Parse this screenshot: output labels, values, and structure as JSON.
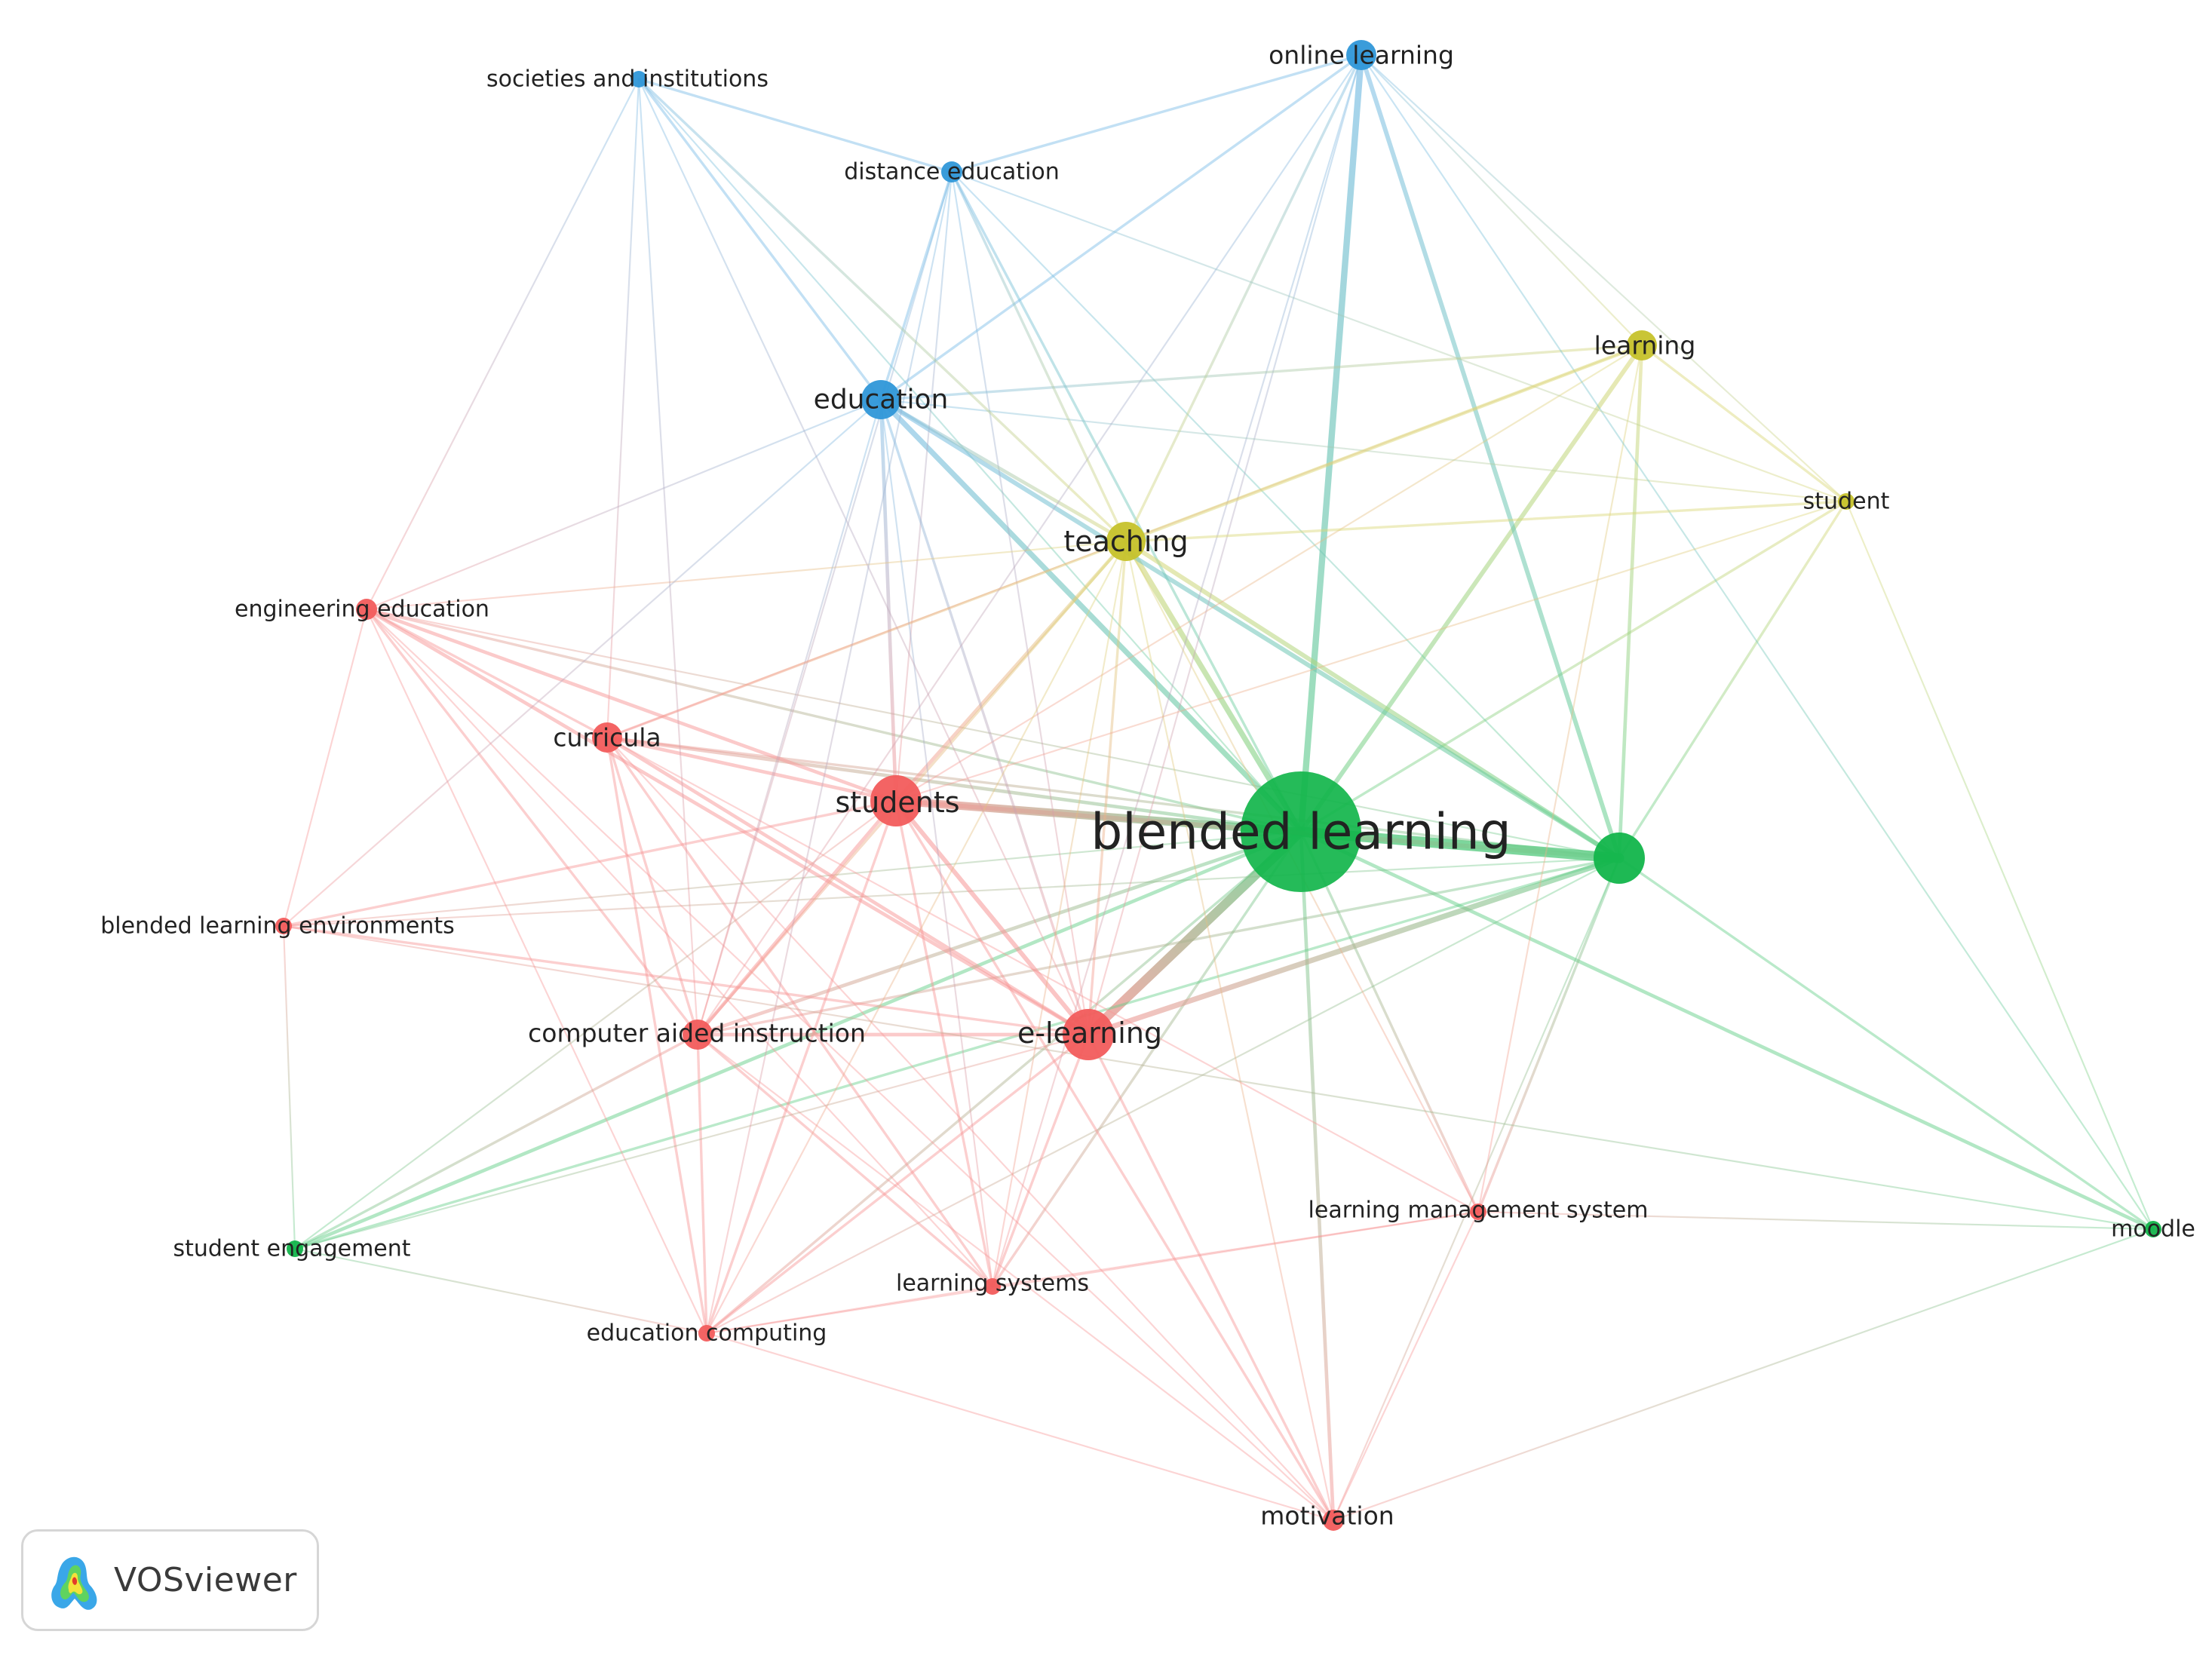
{
  "network": {
    "colors": {
      "red": "#f25c5c",
      "green": "#12b54b",
      "blue": "#2f97d8",
      "yellow": "#c6c22b"
    },
    "nodes": [
      {
        "id": "blended-learning",
        "label": "blended learning",
        "cluster": "green",
        "weight": 10
      },
      {
        "id": "green-unlabeled",
        "label": "",
        "cluster": "green",
        "weight": 5
      },
      {
        "id": "moodle",
        "label": "moodle",
        "cluster": "green",
        "weight": 1
      },
      {
        "id": "student-engagement",
        "label": "student engagement",
        "cluster": "green",
        "weight": 1
      },
      {
        "id": "students",
        "label": "students",
        "cluster": "red",
        "weight": 5
      },
      {
        "id": "e-learning",
        "label": "e-learning",
        "cluster": "red",
        "weight": 5
      },
      {
        "id": "curricula",
        "label": "curricula",
        "cluster": "red",
        "weight": 3
      },
      {
        "id": "engineering-education",
        "label": "engineering education",
        "cluster": "red",
        "weight": 2
      },
      {
        "id": "blended-learning-environments",
        "label": "blended learning environments",
        "cluster": "red",
        "weight": 1
      },
      {
        "id": "computer-aided-instruction",
        "label": "computer aided instruction",
        "cluster": "red",
        "weight": 3
      },
      {
        "id": "learning-management-system",
        "label": "learning management system",
        "cluster": "red",
        "weight": 1
      },
      {
        "id": "learning-systems",
        "label": "learning systems",
        "cluster": "red",
        "weight": 1
      },
      {
        "id": "education-computing",
        "label": "education computing",
        "cluster": "red",
        "weight": 1
      },
      {
        "id": "motivation",
        "label": "motivation",
        "cluster": "red",
        "weight": 2
      },
      {
        "id": "education",
        "label": "education",
        "cluster": "blue",
        "weight": 4
      },
      {
        "id": "online-learning",
        "label": "online learning",
        "cluster": "blue",
        "weight": 3
      },
      {
        "id": "distance-education",
        "label": "distance education",
        "cluster": "blue",
        "weight": 2
      },
      {
        "id": "societies-and-institutions",
        "label": "societies and institutions",
        "cluster": "blue",
        "weight": 1
      },
      {
        "id": "teaching",
        "label": "teaching",
        "cluster": "yellow",
        "weight": 4
      },
      {
        "id": "learning",
        "label": "learning",
        "cluster": "yellow",
        "weight": 3
      },
      {
        "id": "student",
        "label": "student",
        "cluster": "yellow",
        "weight": 1
      }
    ],
    "edges": [
      [
        "blended-learning",
        "green-unlabeled",
        10
      ],
      [
        "blended-learning",
        "students",
        8
      ],
      [
        "blended-learning",
        "e-learning",
        9
      ],
      [
        "blended-learning",
        "online-learning",
        6
      ],
      [
        "blended-learning",
        "teaching",
        5
      ],
      [
        "blended-learning",
        "education",
        5
      ],
      [
        "blended-learning",
        "learning",
        4
      ],
      [
        "blended-learning",
        "curricula",
        3
      ],
      [
        "blended-learning",
        "computer-aided-instruction",
        3
      ],
      [
        "blended-learning",
        "student-engagement",
        3
      ],
      [
        "blended-learning",
        "moodle",
        3
      ],
      [
        "blended-learning",
        "motivation",
        3
      ],
      [
        "blended-learning",
        "learning-management-system",
        2
      ],
      [
        "blended-learning",
        "engineering-education",
        2
      ],
      [
        "blended-learning",
        "student",
        2
      ],
      [
        "blended-learning",
        "distance-education",
        2
      ],
      [
        "blended-learning",
        "learning-systems",
        2
      ],
      [
        "blended-learning",
        "education-computing",
        2
      ],
      [
        "blended-learning",
        "blended-learning-environments",
        1
      ],
      [
        "blended-learning",
        "societies-and-institutions",
        1
      ],
      [
        "green-unlabeled",
        "e-learning",
        5
      ],
      [
        "green-unlabeled",
        "students",
        4
      ],
      [
        "green-unlabeled",
        "online-learning",
        4
      ],
      [
        "green-unlabeled",
        "teaching",
        4
      ],
      [
        "green-unlabeled",
        "education",
        4
      ],
      [
        "green-unlabeled",
        "learning",
        3
      ],
      [
        "green-unlabeled",
        "student",
        2
      ],
      [
        "green-unlabeled",
        "moodle",
        2
      ],
      [
        "green-unlabeled",
        "computer-aided-instruction",
        2
      ],
      [
        "green-unlabeled",
        "student-engagement",
        2
      ],
      [
        "green-unlabeled",
        "curricula",
        2
      ],
      [
        "green-unlabeled",
        "learning-management-system",
        2
      ],
      [
        "green-unlabeled",
        "engineering-education",
        1
      ],
      [
        "green-unlabeled",
        "blended-learning-environments",
        1
      ],
      [
        "green-unlabeled",
        "education-computing",
        1
      ],
      [
        "green-unlabeled",
        "distance-education",
        1
      ],
      [
        "green-unlabeled",
        "motivation",
        1
      ],
      [
        "students",
        "e-learning",
        4
      ],
      [
        "students",
        "curricula",
        3
      ],
      [
        "students",
        "computer-aided-instruction",
        3
      ],
      [
        "students",
        "engineering-education",
        3
      ],
      [
        "students",
        "education",
        3
      ],
      [
        "students",
        "teaching",
        3
      ],
      [
        "students",
        "education-computing",
        2
      ],
      [
        "students",
        "learning-systems",
        2
      ],
      [
        "students",
        "blended-learning-environments",
        2
      ],
      [
        "students",
        "motivation",
        2
      ],
      [
        "students",
        "distance-education",
        1
      ],
      [
        "students",
        "learning",
        1
      ],
      [
        "e-learning",
        "curricula",
        3
      ],
      [
        "e-learning",
        "computer-aided-instruction",
        3
      ],
      [
        "e-learning",
        "engineering-education",
        3
      ],
      [
        "e-learning",
        "education",
        2
      ],
      [
        "e-learning",
        "teaching",
        2
      ],
      [
        "e-learning",
        "education-computing",
        2
      ],
      [
        "e-learning",
        "learning-systems",
        2
      ],
      [
        "e-learning",
        "motivation",
        2
      ],
      [
        "e-learning",
        "blended-learning-environments",
        2
      ],
      [
        "e-learning",
        "online-learning",
        1
      ],
      [
        "e-learning",
        "distance-education",
        1
      ],
      [
        "curricula",
        "computer-aided-instruction",
        2
      ],
      [
        "curricula",
        "engineering-education",
        2
      ],
      [
        "curricula",
        "education-computing",
        2
      ],
      [
        "curricula",
        "learning-systems",
        2
      ],
      [
        "curricula",
        "learning-management-system",
        1
      ],
      [
        "curricula",
        "motivation",
        1
      ],
      [
        "curricula",
        "teaching",
        2
      ],
      [
        "curricula",
        "societies-and-institutions",
        1
      ],
      [
        "engineering-education",
        "computer-aided-instruction",
        2
      ],
      [
        "engineering-education",
        "education-computing",
        1
      ],
      [
        "engineering-education",
        "learning-systems",
        1
      ],
      [
        "engineering-education",
        "teaching",
        1
      ],
      [
        "engineering-education",
        "education",
        1
      ],
      [
        "engineering-education",
        "motivation",
        1
      ],
      [
        "engineering-education",
        "blended-learning-environments",
        1
      ],
      [
        "computer-aided-instruction",
        "education-computing",
        2
      ],
      [
        "computer-aided-instruction",
        "learning-systems",
        2
      ],
      [
        "computer-aided-instruction",
        "teaching",
        2
      ],
      [
        "computer-aided-instruction",
        "education",
        1
      ],
      [
        "computer-aided-instruction",
        "motivation",
        1
      ],
      [
        "computer-aided-instruction",
        "student-engagement",
        2
      ],
      [
        "computer-aided-instruction",
        "distance-education",
        1
      ],
      [
        "education-computing",
        "learning-systems",
        1
      ],
      [
        "education-computing",
        "learning-management-system",
        1
      ],
      [
        "education-computing",
        "teaching",
        1
      ],
      [
        "education-computing",
        "motivation",
        1
      ],
      [
        "learning-systems",
        "learning-management-system",
        1
      ],
      [
        "learning-systems",
        "teaching",
        1
      ],
      [
        "learning-systems",
        "education",
        1
      ],
      [
        "learning-systems",
        "online-learning",
        1
      ],
      [
        "learning-management-system",
        "motivation",
        1
      ],
      [
        "learning-management-system",
        "moodle",
        1
      ],
      [
        "learning-management-system",
        "teaching",
        1
      ],
      [
        "learning-management-system",
        "learning",
        1
      ],
      [
        "motivation",
        "moodle",
        1
      ],
      [
        "motivation",
        "teaching",
        1
      ],
      [
        "blended-learning-environments",
        "student-engagement",
        1
      ],
      [
        "blended-learning-environments",
        "education",
        1
      ],
      [
        "blended-learning-environments",
        "moodle",
        1
      ],
      [
        "student-engagement",
        "education-computing",
        1
      ],
      [
        "student-engagement",
        "e-learning",
        1
      ],
      [
        "student-engagement",
        "students",
        1
      ],
      [
        "education",
        "teaching",
        3
      ],
      [
        "education",
        "online-learning",
        2
      ],
      [
        "education",
        "distance-education",
        2
      ],
      [
        "education",
        "societies-and-institutions",
        2
      ],
      [
        "education",
        "learning",
        2
      ],
      [
        "education",
        "student",
        1
      ],
      [
        "online-learning",
        "distance-education",
        2
      ],
      [
        "online-learning",
        "teaching",
        2
      ],
      [
        "online-learning",
        "learning",
        1
      ],
      [
        "online-learning",
        "student",
        1
      ],
      [
        "online-learning",
        "moodle",
        1
      ],
      [
        "online-learning",
        "computer-aided-instruction",
        1
      ],
      [
        "distance-education",
        "societies-and-institutions",
        2
      ],
      [
        "distance-education",
        "teaching",
        2
      ],
      [
        "distance-education",
        "student",
        1
      ],
      [
        "distance-education",
        "education-computing",
        1
      ],
      [
        "societies-and-institutions",
        "teaching",
        2
      ],
      [
        "societies-and-institutions",
        "e-learning",
        1
      ],
      [
        "societies-and-institutions",
        "engineering-education",
        1
      ],
      [
        "societies-and-institutions",
        "computer-aided-instruction",
        1
      ],
      [
        "teaching",
        "learning",
        3
      ],
      [
        "teaching",
        "student",
        2
      ],
      [
        "learning",
        "student",
        2
      ],
      [
        "learning",
        "curricula",
        1
      ],
      [
        "student",
        "moodle",
        1
      ],
      [
        "student",
        "students",
        1
      ]
    ]
  },
  "logo": {
    "text": "VOSviewer"
  }
}
